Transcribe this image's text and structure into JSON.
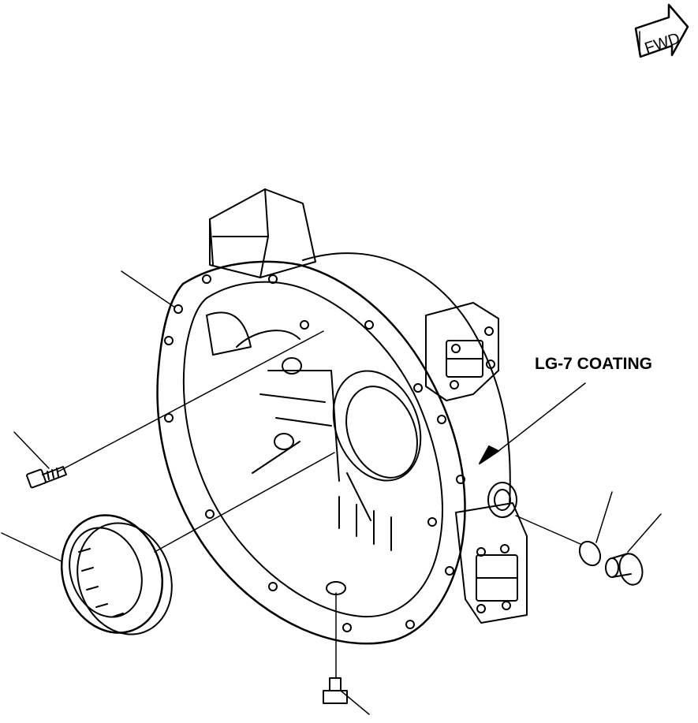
{
  "fwd_indicator": {
    "label": "FWD"
  },
  "annotations": [
    {
      "id": "lg7",
      "text": "LG-7 COATING"
    }
  ],
  "colors": {
    "line": "#000000",
    "background": "#ffffff"
  }
}
